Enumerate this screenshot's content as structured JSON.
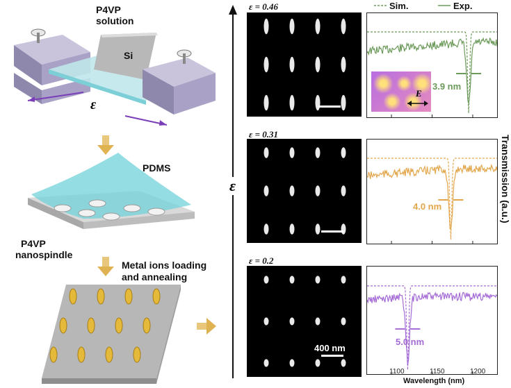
{
  "schematic": {
    "step1_polymer_label": "P4VP",
    "step1_polymer_label2": "solution",
    "substrate_label": "Si",
    "strain_symbol": "ε",
    "step2_mold_label": "PDMS",
    "step2_structure_label": "P4VP",
    "step2_structure_label2": "nanospindle",
    "step3_process_label": "Metal ions loading",
    "step3_process_label2": "and annealing"
  },
  "strain_axis_label": "ε",
  "sem_panels": [
    {
      "strain_label": "ε = 0.46",
      "rows": 3,
      "cols": 4
    },
    {
      "strain_label": "ε = 0.31",
      "rows": 3,
      "cols": 4
    },
    {
      "strain_label": "ε = 0.2",
      "rows": 3,
      "cols": 4,
      "scale_bar": "400 nm"
    }
  ],
  "spectra": {
    "legend": {
      "sim": "Sim.",
      "exp": "Exp."
    },
    "ylabel": "Transmission (a.u.)",
    "xlabel": "Wavelength (nm)",
    "field_label": "E",
    "colors": {
      "green": "#6c9a5a",
      "orange": "#e3a64b",
      "purple": "#a46bd6"
    },
    "panels": [
      {
        "color": "green",
        "linewidth_label": "3.9 nm",
        "resonance_nm": 1195
      },
      {
        "color": "orange",
        "linewidth_label": "4.0 nm",
        "resonance_nm": 1173
      },
      {
        "color": "purple",
        "linewidth_label": "5.0 nm",
        "resonance_nm": 1120
      }
    ]
  },
  "chart_data": {
    "type": "line",
    "xlabel": "Wavelength (nm)",
    "ylabel": "Transmission (a.u.)",
    "xlim": [
      1070,
      1230
    ],
    "xticks": [
      1100,
      1150,
      1200
    ],
    "series": [
      {
        "name": "Sim.",
        "style": "dashed"
      },
      {
        "name": "Exp.",
        "style": "solid"
      }
    ]
  }
}
